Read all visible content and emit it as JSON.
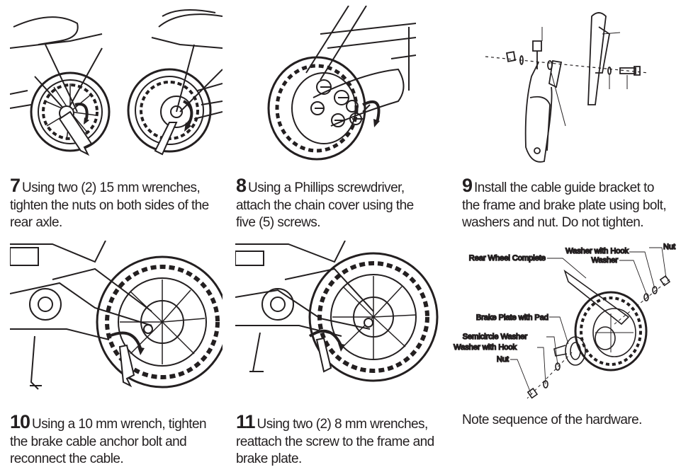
{
  "steps": [
    {
      "number": "7",
      "text": "Using two (2) 15 mm wrenches, tighten the nuts on both sides of the rear axle."
    },
    {
      "number": "8",
      "text": "Using a Phillips screwdriver, attach the chain cover using the five (5) screws."
    },
    {
      "number": "9",
      "text": "Install the cable guide bracket to the frame and brake plate using bolt, washers and nut. Do not tighten."
    },
    {
      "number": "10",
      "text": "Using a 10 mm wrench, tighten the brake cable anchor bolt and reconnect the cable."
    },
    {
      "number": "11",
      "text": "Using two (2) 8 mm wrenches, reattach the screw to the frame and brake plate."
    }
  ],
  "note": "Note sequence of the hardware.",
  "callouts": {
    "nut_top": "Nut",
    "washer_with_hook_top": "Washer with Hook",
    "washer": "Washer",
    "rear_wheel_complete": "Rear Wheel Complete",
    "brake_plate_with_pad": "Brake Plate with Pad",
    "semicircle_washer": "Semicircle Washer",
    "washer_with_hook_bottom": "Washer with Hook",
    "nut_bottom": "Nut"
  }
}
